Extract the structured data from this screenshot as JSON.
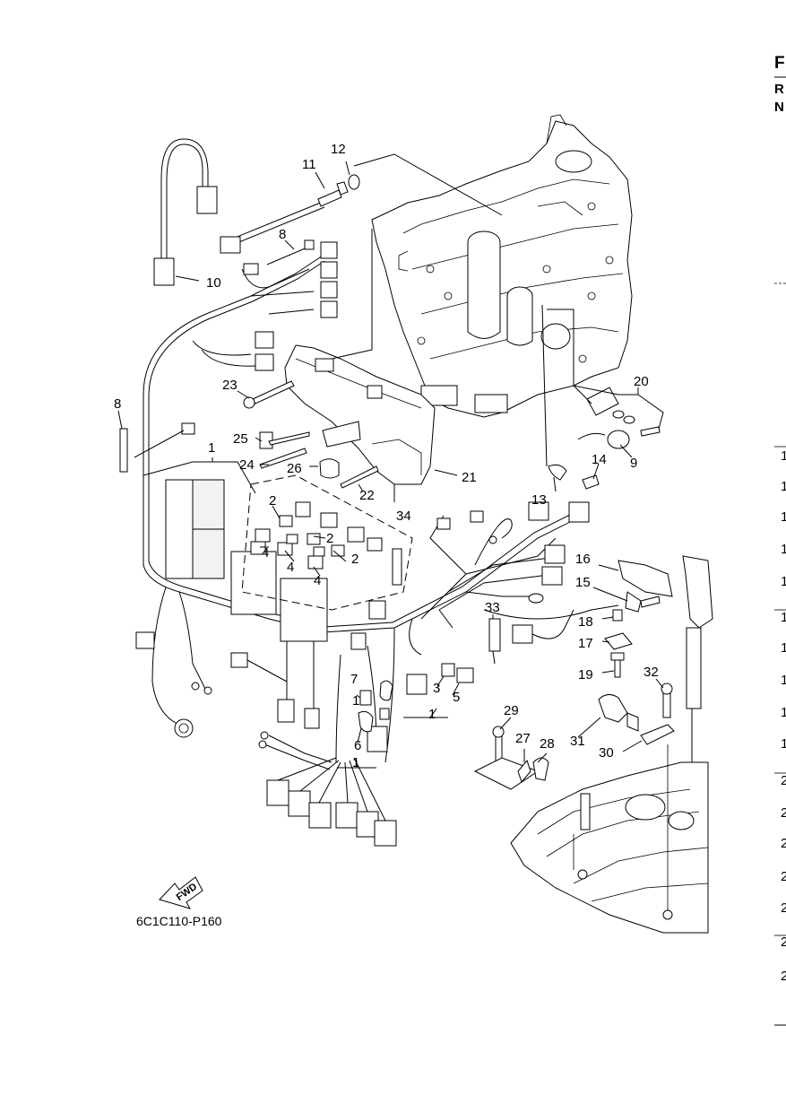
{
  "diagram": {
    "figure_code": "6C1C110-P160",
    "arrow_label": "FWD",
    "callouts": [
      {
        "id": "c1a",
        "text": "1"
      },
      {
        "id": "c1b",
        "text": "1"
      },
      {
        "id": "c1c",
        "text": "1"
      },
      {
        "id": "c2a",
        "text": "2"
      },
      {
        "id": "c2b",
        "text": "2"
      },
      {
        "id": "c2c",
        "text": "2"
      },
      {
        "id": "c3",
        "text": "3"
      },
      {
        "id": "c4a",
        "text": "4"
      },
      {
        "id": "c4b",
        "text": "4"
      },
      {
        "id": "c4c",
        "text": "4"
      },
      {
        "id": "c5",
        "text": "5"
      },
      {
        "id": "c6",
        "text": "6"
      },
      {
        "id": "c7",
        "text": "7"
      },
      {
        "id": "c8a",
        "text": "8"
      },
      {
        "id": "c8b",
        "text": "8"
      },
      {
        "id": "c9",
        "text": "9"
      },
      {
        "id": "c10",
        "text": "10"
      },
      {
        "id": "c11",
        "text": "11"
      },
      {
        "id": "c12",
        "text": "12"
      },
      {
        "id": "c13",
        "text": "13"
      },
      {
        "id": "c14",
        "text": "14"
      },
      {
        "id": "c15",
        "text": "15"
      },
      {
        "id": "c16",
        "text": "16"
      },
      {
        "id": "c17",
        "text": "17"
      },
      {
        "id": "c18",
        "text": "18"
      },
      {
        "id": "c19",
        "text": "19"
      },
      {
        "id": "c20",
        "text": "20"
      },
      {
        "id": "c21",
        "text": "21"
      },
      {
        "id": "c22",
        "text": "22"
      },
      {
        "id": "c23",
        "text": "23"
      },
      {
        "id": "c24",
        "text": "24"
      },
      {
        "id": "c25",
        "text": "25"
      },
      {
        "id": "c26",
        "text": "26"
      },
      {
        "id": "c27",
        "text": "27"
      },
      {
        "id": "c28",
        "text": "28"
      },
      {
        "id": "c29",
        "text": "29"
      },
      {
        "id": "c30",
        "text": "30"
      },
      {
        "id": "c31",
        "text": "31"
      },
      {
        "id": "c32",
        "text": "32"
      },
      {
        "id": "c33",
        "text": "33"
      },
      {
        "id": "c34",
        "text": "34"
      }
    ],
    "right_edge": {
      "header": [
        "F",
        "R",
        "N"
      ],
      "column_digits": [
        "1",
        "1",
        "1",
        "1",
        "1",
        "1",
        "1",
        "1",
        "1",
        "1",
        "2",
        "2",
        "2",
        "2",
        "2",
        "2",
        "2"
      ]
    }
  }
}
